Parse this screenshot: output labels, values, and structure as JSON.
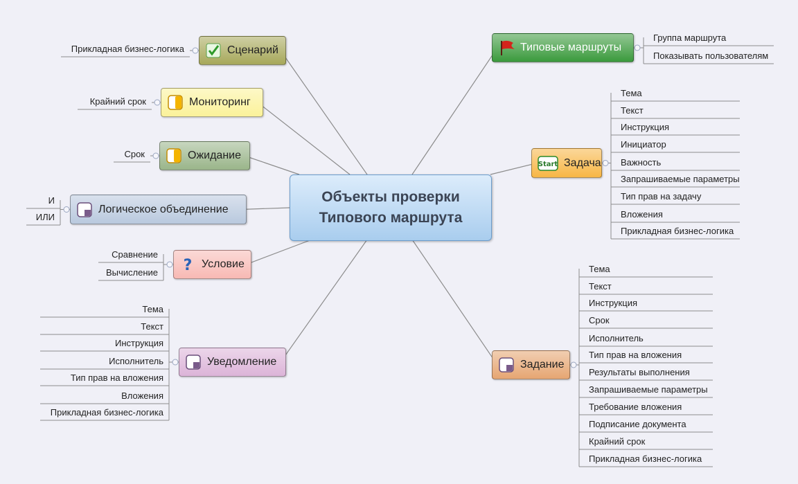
{
  "center": {
    "line1": "Объекты проверки",
    "line2": "Типового маршрута"
  },
  "nodes": {
    "scenario": {
      "label": "Сценарий",
      "icon": "checkmark-icon",
      "leaves": [
        "Прикладная бизнес-логика"
      ]
    },
    "monitoring": {
      "label": "Мониторинг",
      "icon": "half-square-icon",
      "leaves": [
        "Крайний срок"
      ]
    },
    "waiting": {
      "label": "Ожидание",
      "icon": "half-square-icon",
      "leaves": [
        "Срок"
      ]
    },
    "logical": {
      "label": "Логическое объединение",
      "icon": "quarter-square-icon",
      "leaves": [
        "И",
        "ИЛИ"
      ]
    },
    "condition": {
      "label": "Условие",
      "icon": "question-icon",
      "leaves": [
        "Сравнение",
        "Вычисление"
      ]
    },
    "notification": {
      "label": "Уведомление",
      "icon": "quarter-square-icon",
      "leaves": [
        "Тема",
        "Текст",
        "Инструкция",
        "Исполнитель",
        "Тип прав на вложения",
        "Вложения",
        "Прикладная бизнес-логика"
      ]
    },
    "routes": {
      "label": "Типовые маршруты",
      "icon": "flag-icon",
      "leaves": [
        "Группа маршрута",
        "Показывать пользователям"
      ]
    },
    "task": {
      "label": "Задача",
      "icon": "start-icon",
      "icon_text": "Start",
      "leaves": [
        "Тема",
        "Текст",
        "Инструкция",
        "Инициатор",
        "Важность",
        "Запрашиваемые параметры",
        "Тип прав на задачу",
        "Вложения",
        "Прикладная бизнес-логика"
      ]
    },
    "assignment": {
      "label": "Задание",
      "icon": "quarter-square-icon",
      "leaves": [
        "Тема",
        "Текст",
        "Инструкция",
        "Срок",
        "Исполнитель",
        "Тип прав на вложения",
        "Результаты выполнения",
        "Запрашиваемые параметры",
        "Требование вложения",
        "Подписание документа",
        "Крайний срок",
        "Прикладная бизнес-логика"
      ]
    }
  },
  "colors": {
    "scenario": "#a7a85a",
    "monitoring": "#fbf29a",
    "waiting": "#9ab58a",
    "logical": "#b9c9de",
    "condition": "#f8b9b4",
    "notification": "#dcb4d8",
    "routes": "#3a9a3c",
    "task": "#f7b645",
    "assignment": "#e6a672",
    "line": "#8c8c8c"
  }
}
